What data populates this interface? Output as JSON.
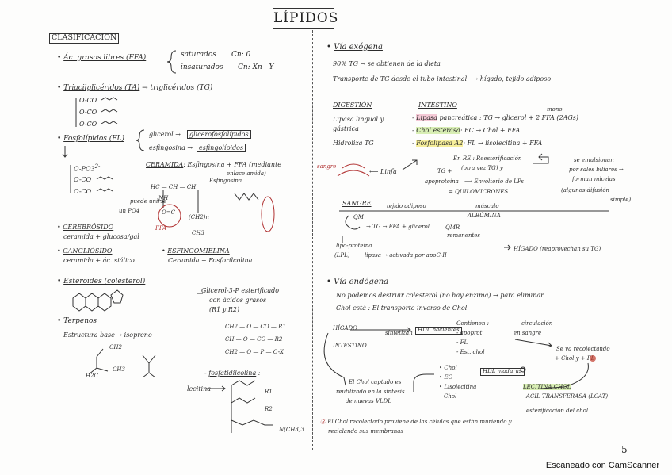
{
  "title": "LÍPIDOS",
  "left": {
    "clasificacion": "CLASIFICACIÓN",
    "ffa": "Ác. grasos libres (FFA)",
    "saturados": "saturados",
    "cn0": "Cn: 0",
    "insaturados": "insaturados",
    "cnx": "Cn: Xn - Y",
    "ta": "Triacilglicéridos (TA)",
    "tg": "→ triglicéridos (TG)",
    "ta_chain1": "O-CO",
    "ta_chain2": "O-CO",
    "ta_chain3": "O-CO",
    "fl": "Fosfolípidos (FL)",
    "glicerol": "glicerol →",
    "glicerofosfo": "glicerofosfolípidos",
    "esfingosina": "esfingosina →",
    "esfingolip": "esfingolípidos",
    "po3": "O-PO3",
    "po3_sup": "2-",
    "fl_chain1": "O-CO",
    "fl_chain2": "O-CO",
    "ceramida": "CERAMIDA",
    "ceramida_def": ": Esfingosina + FFA (mediante",
    "ceramida_def2": "enlace amida)",
    "hc_row": "HC — CH — CH",
    "esfingosina_lbl": "Esfingosina",
    "puede_unirse": "puede unirse",
    "un_po4": "un PO4",
    "nh": "NH",
    "oc": "O=C",
    "ch2n": "(CH2)n",
    "ch3": "CH3",
    "ffa_lbl": "FFA",
    "cerebrosido": "CEREBRÓSIDO",
    "cerebrosido_def": "ceramida + glucosa/gal",
    "gangliosido": "GANGLIÓSIDO",
    "gangliosido_def": "ceramida + ác. siálico",
    "esfingomielina": "ESFINGOMIELINA",
    "esfingomielina_def": "Ceramida + Fosforilcolina",
    "esteroides": "Esteroides (colesterol)",
    "glicerol3p": "Glicerol-3-P esterificado",
    "glicerol3p_2": "con ácidos grasos",
    "glicerol3p_3": "(R1 y R2)",
    "struct1": "CH2 — O — CO — R1",
    "struct2": "CH — O — CO — R2",
    "struct3": "CH2 — O — P — O-X",
    "fosfatidilcolina": "fosfatidilcolina",
    "lecitina": "lecitina",
    "r1": "R1",
    "r2": "R2",
    "nch3": "N(CH3)3",
    "terpenos": "Terpenos",
    "estructura_base": "Estructura base → isopreno",
    "ch2": "CH2",
    "ch3b": "CH3",
    "h2c": "H2C"
  },
  "right": {
    "via_exogena": "Vía exógena",
    "ex1": "90% TG → se obtienen de la dieta",
    "ex2": "Transporte de TG desde el tubo intestinal ⟶ hígado, tejido adiposo",
    "digestion": "DIGESTIÓN",
    "intestino": "INTESTINO",
    "lipasa_lingual": "Lipasa lingual y",
    "gastrica": "gástrica",
    "hidroliza": "Hidroliza TG",
    "lipasa_panc": "Lipasa",
    "lipasa_panc2": "pancreática : TG → glicerol + 2 FFA (2AGs)",
    "mono": "mono",
    "chol_est": "Chol esterasa",
    "chol_est2": ": EC → Chol + FFA",
    "fosfolipasa": "Fosfolipasa A2",
    "fosfolipasa2": ": FL → lisolecitina + FFA",
    "en_re": "En RE : Reesterificación",
    "en_re2": "(otra vez TG) y",
    "tg_plus": "TG +",
    "apoprot": "apoproteína",
    "envoltorio": "⟶ Envoltorio de LPs",
    "quilo": "= QUILOMICRONES",
    "se_emulsionan": "se emulsionan",
    "por_sales": "por sales biliares →",
    "forman": "forman micelas",
    "algunos": "(algunos difusión",
    "simple": "simple)",
    "sangre": "sangre",
    "linfa": "⟵ Linfa",
    "sangre2": "SANGRE",
    "tejido_adiposo": "tejido adiposo",
    "musculo": "músculo",
    "albumina": "ALBÚMINA",
    "qm": "QM",
    "tg_ffa": "→ TG → FFA + glicerol",
    "qmr": "QMR",
    "remanentes": "remanentes",
    "higado_rec": "HÍGADO (reaprovechan su TG)",
    "lpl1": "lipo-proteína",
    "lpl2": "(LPL)",
    "lipasa_act": "lipasa → activada por apoC-II",
    "via_endogena": "Vía endógena",
    "en1": "No podemos destruir colesterol (no hay enzima) → para eliminar",
    "en2": "Chol está : El transporte inverso de Chol",
    "higado": "HÍGADO",
    "intestino2": "INTESTINO",
    "sintetizan": "sintetizan",
    "hdl_nacientes": "HDL nacientes",
    "contienen": "Contienen :",
    "apoprot2": "apoprot",
    "fl": "FL",
    "ec_chol": "Est. chol",
    "circulacion": "circulación",
    "en_sangre": "en sangre",
    "se_va": "Se va recolectando",
    "chol_fl": "+ Chol y + FL",
    "chol": "Chol",
    "ec": "EC",
    "lisolecitina": "Lisolecitina",
    "chol2": "Chol",
    "hdl_maduras": "HDL maduras",
    "lecitina_chol": "LECITINA CHOL",
    "acil": "ACIL TRANSFERASA (LCAT)",
    "esterificacion": "esterificación del chol",
    "captado": "El Chol captado es",
    "reutilizado": "reutilizado en la síntesis",
    "vldl": "de nuevas VLDL",
    "nota": "El Chol recolectado proviene de las células que están muriendo y",
    "nota2": "reciclando sus membranas"
  },
  "page_number": "5",
  "footer": "Escaneado con CamScanner"
}
